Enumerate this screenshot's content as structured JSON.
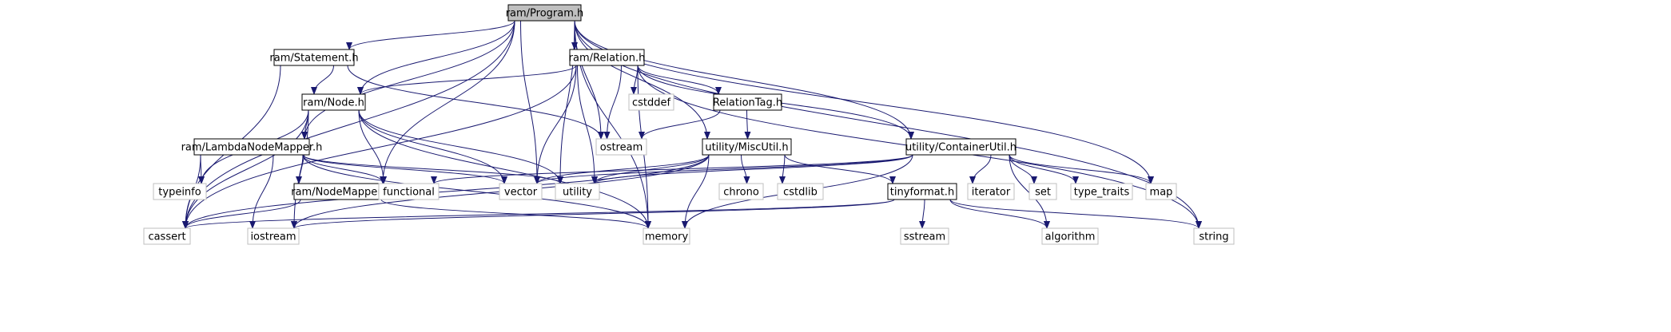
{
  "diagram": {
    "nodes": [
      {
        "id": "program",
        "label": "ram/Program.h",
        "style": "root"
      },
      {
        "id": "statement",
        "label": "ram/Statement.h",
        "style": "local"
      },
      {
        "id": "relation",
        "label": "ram/Relation.h",
        "style": "local"
      },
      {
        "id": "node",
        "label": "ram/Node.h",
        "style": "local"
      },
      {
        "id": "lambda",
        "label": "ram/LambdaNodeMapper.h",
        "style": "local"
      },
      {
        "id": "nodemapper",
        "label": "ram/NodeMapper.h",
        "style": "local"
      },
      {
        "id": "relationtag",
        "label": "RelationTag.h",
        "style": "local"
      },
      {
        "id": "miscutil",
        "label": "utility/MiscUtil.h",
        "style": "local"
      },
      {
        "id": "containerutil",
        "label": "utility/ContainerUtil.h",
        "style": "local"
      },
      {
        "id": "tinyformat",
        "label": "tinyformat.h",
        "style": "local"
      },
      {
        "id": "cstddef",
        "label": "cstddef",
        "style": "system"
      },
      {
        "id": "ostream",
        "label": "ostream",
        "style": "system"
      },
      {
        "id": "typeinfo",
        "label": "typeinfo",
        "style": "system"
      },
      {
        "id": "functional",
        "label": "functional",
        "style": "system"
      },
      {
        "id": "vector",
        "label": "vector",
        "style": "system"
      },
      {
        "id": "utility",
        "label": "utility",
        "style": "system"
      },
      {
        "id": "chrono",
        "label": "chrono",
        "style": "system"
      },
      {
        "id": "cstdlib",
        "label": "cstdlib",
        "style": "system"
      },
      {
        "id": "iterator",
        "label": "iterator",
        "style": "system"
      },
      {
        "id": "set",
        "label": "set",
        "style": "system"
      },
      {
        "id": "type_traits",
        "label": "type_traits",
        "style": "system"
      },
      {
        "id": "map",
        "label": "map",
        "style": "system"
      },
      {
        "id": "cassert",
        "label": "cassert",
        "style": "system"
      },
      {
        "id": "iostream",
        "label": "iostream",
        "style": "system"
      },
      {
        "id": "memory",
        "label": "memory",
        "style": "system"
      },
      {
        "id": "sstream",
        "label": "sstream",
        "style": "system"
      },
      {
        "id": "algorithm",
        "label": "algorithm",
        "style": "system"
      },
      {
        "id": "string",
        "label": "string",
        "style": "system"
      }
    ],
    "edges": [
      [
        "program",
        "statement"
      ],
      [
        "program",
        "relation"
      ],
      [
        "program",
        "node"
      ],
      [
        "program",
        "lambda"
      ],
      [
        "program",
        "nodemapper"
      ],
      [
        "program",
        "miscutil"
      ],
      [
        "program",
        "containerutil"
      ],
      [
        "program",
        "ostream"
      ],
      [
        "program",
        "vector"
      ],
      [
        "program",
        "utility"
      ],
      [
        "program",
        "map"
      ],
      [
        "program",
        "cassert"
      ],
      [
        "program",
        "memory"
      ],
      [
        "program",
        "string"
      ],
      [
        "statement",
        "node"
      ],
      [
        "statement",
        "ostream"
      ],
      [
        "statement",
        "cassert"
      ],
      [
        "relation",
        "node"
      ],
      [
        "relation",
        "relationtag"
      ],
      [
        "relation",
        "containerutil"
      ],
      [
        "relation",
        "cstddef"
      ],
      [
        "relation",
        "ostream"
      ],
      [
        "relation",
        "vector"
      ],
      [
        "relation",
        "utility"
      ],
      [
        "relation",
        "memory"
      ],
      [
        "relation",
        "cassert"
      ],
      [
        "relation",
        "string"
      ],
      [
        "relationtag",
        "ostream"
      ],
      [
        "relationtag",
        "miscutil"
      ],
      [
        "node",
        "lambda"
      ],
      [
        "node",
        "typeinfo"
      ],
      [
        "node",
        "functional"
      ],
      [
        "node",
        "vector"
      ],
      [
        "node",
        "utility"
      ],
      [
        "node",
        "memory"
      ],
      [
        "node",
        "cassert"
      ],
      [
        "node",
        "iostream"
      ],
      [
        "lambda",
        "nodemapper"
      ],
      [
        "lambda",
        "typeinfo"
      ],
      [
        "lambda",
        "functional"
      ],
      [
        "lambda",
        "vector"
      ],
      [
        "lambda",
        "utility"
      ],
      [
        "lambda",
        "memory"
      ],
      [
        "lambda",
        "cassert"
      ],
      [
        "lambda",
        "iostream"
      ],
      [
        "nodemapper",
        "cassert"
      ],
      [
        "nodemapper",
        "memory"
      ],
      [
        "miscutil",
        "tinyformat"
      ],
      [
        "miscutil",
        "chrono"
      ],
      [
        "miscutil",
        "cstdlib"
      ],
      [
        "miscutil",
        "memory"
      ],
      [
        "miscutil",
        "utility"
      ],
      [
        "miscutil",
        "vector"
      ],
      [
        "miscutil",
        "cassert"
      ],
      [
        "miscutil",
        "iostream"
      ],
      [
        "containerutil",
        "functional"
      ],
      [
        "containerutil",
        "vector"
      ],
      [
        "containerutil",
        "utility"
      ],
      [
        "containerutil",
        "iterator"
      ],
      [
        "containerutil",
        "set"
      ],
      [
        "containerutil",
        "type_traits"
      ],
      [
        "containerutil",
        "map"
      ],
      [
        "containerutil",
        "algorithm"
      ],
      [
        "containerutil",
        "memory"
      ],
      [
        "tinyformat",
        "sstream"
      ],
      [
        "tinyformat",
        "algorithm"
      ],
      [
        "tinyformat",
        "string"
      ],
      [
        "tinyformat",
        "cassert"
      ],
      [
        "tinyformat",
        "iostream"
      ]
    ]
  },
  "colors": {
    "edge": "#191970",
    "root_fill": "#bfbfbf",
    "root_border": "#000000",
    "local_border": "#000000",
    "system_border": "#bfbfbf",
    "text": "#000000"
  }
}
